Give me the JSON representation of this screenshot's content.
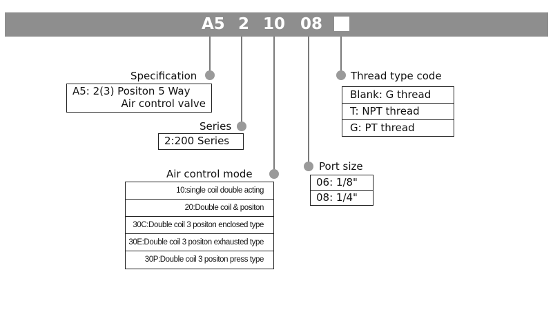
{
  "code": {
    "part1": "A5",
    "part2": "2",
    "part3": "10",
    "part4": "08"
  },
  "specification": {
    "label": "Specification",
    "line1": "A5: 2(3) Positon 5 Way",
    "line2": "Air control valve"
  },
  "series": {
    "label": "Series",
    "value": "2:200 Series"
  },
  "air_control_mode": {
    "label": "Air control mode",
    "options": [
      "10:single coil double acting",
      "20:Double  coil & positon",
      "30C:Double coil 3 positon enclosed type",
      "30E:Double coil 3 positon exhausted type",
      "30P:Double coil 3 positon press type"
    ]
  },
  "port_size": {
    "label": "Port size",
    "options": [
      "06: 1/8\"",
      "08: 1/4\""
    ]
  },
  "thread_type": {
    "label": "Thread type code",
    "options": [
      "Blank: G thread",
      "T: NPT thread",
      "G: PT thread"
    ]
  },
  "colors": {
    "bar": "#8e8e8e",
    "dot": "#9a9a9a",
    "line": "#333333"
  }
}
